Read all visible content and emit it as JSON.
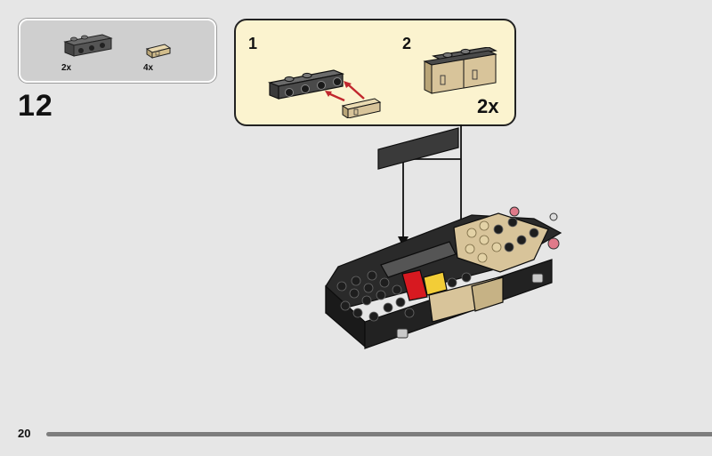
{
  "page": {
    "number": "20"
  },
  "step": {
    "number": "12"
  },
  "parts": [
    {
      "name": "dark-gray-bracket",
      "count": "2x"
    },
    {
      "name": "tan-tile",
      "count": "4x"
    }
  ],
  "substeps": [
    {
      "label": "1"
    },
    {
      "label": "2",
      "multiplier": "2x"
    }
  ],
  "colors": {
    "background": "#e6e6e6",
    "callout": "#fbf3cf",
    "dark_gray": "#4a4a4a",
    "black": "#1e1e1e",
    "tan": "#d8c49a",
    "red_arrow": "#c1272d",
    "red_seat": "#d71920",
    "yellow": "#f2cd37"
  }
}
